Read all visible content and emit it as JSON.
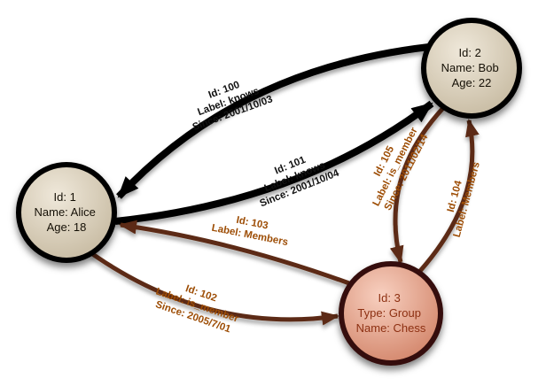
{
  "diagram": {
    "type": "property-graph",
    "background": "#ffffff"
  },
  "colors": {
    "knows_edge": "#000000",
    "knows_label": "#111111",
    "membership_edge": "#5c2a12",
    "membership_label": "#9d4d05"
  },
  "nodes": {
    "1": {
      "lines": [
        "Id: 1",
        "Name: Alice",
        "Age: 18"
      ],
      "fill_center": "#efe8da",
      "fill_edge": "#c3b69c",
      "border": "#000000",
      "text": "#151006"
    },
    "2": {
      "lines": [
        "Id: 2",
        "Name: Bob",
        "Age: 22"
      ],
      "fill_center": "#efe8da",
      "fill_edge": "#c3b69c",
      "border": "#000000",
      "text": "#151006"
    },
    "3": {
      "lines": [
        "Id: 3",
        "Type: Group",
        "Name: Chess"
      ],
      "fill_center": "#f8d0c0",
      "fill_edge": "#cf7e62",
      "border": "#35100a",
      "text": "#8d3012"
    }
  },
  "edges": {
    "100": {
      "source": "2",
      "target": "1",
      "lines": [
        "Id: 100",
        "Label: knows",
        "Since: 2001/10/03"
      ]
    },
    "101": {
      "source": "1",
      "target": "2",
      "lines": [
        "Id: 101",
        "Label: knows",
        "Since: 2001/10/04"
      ]
    },
    "102": {
      "source": "1",
      "target": "3",
      "lines": [
        "Id: 102",
        "Label: is_member",
        "Since: 2005/7/01"
      ]
    },
    "103": {
      "source": "3",
      "target": "1",
      "lines": [
        "Id: 103",
        "Label: Members"
      ]
    },
    "104": {
      "source": "3",
      "target": "2",
      "lines": [
        "Id: 104",
        "Label: Members"
      ]
    },
    "105": {
      "source": "2",
      "target": "3",
      "lines": [
        "Id: 105",
        "Label: is_member",
        "Since: 2011/02/14"
      ]
    }
  }
}
